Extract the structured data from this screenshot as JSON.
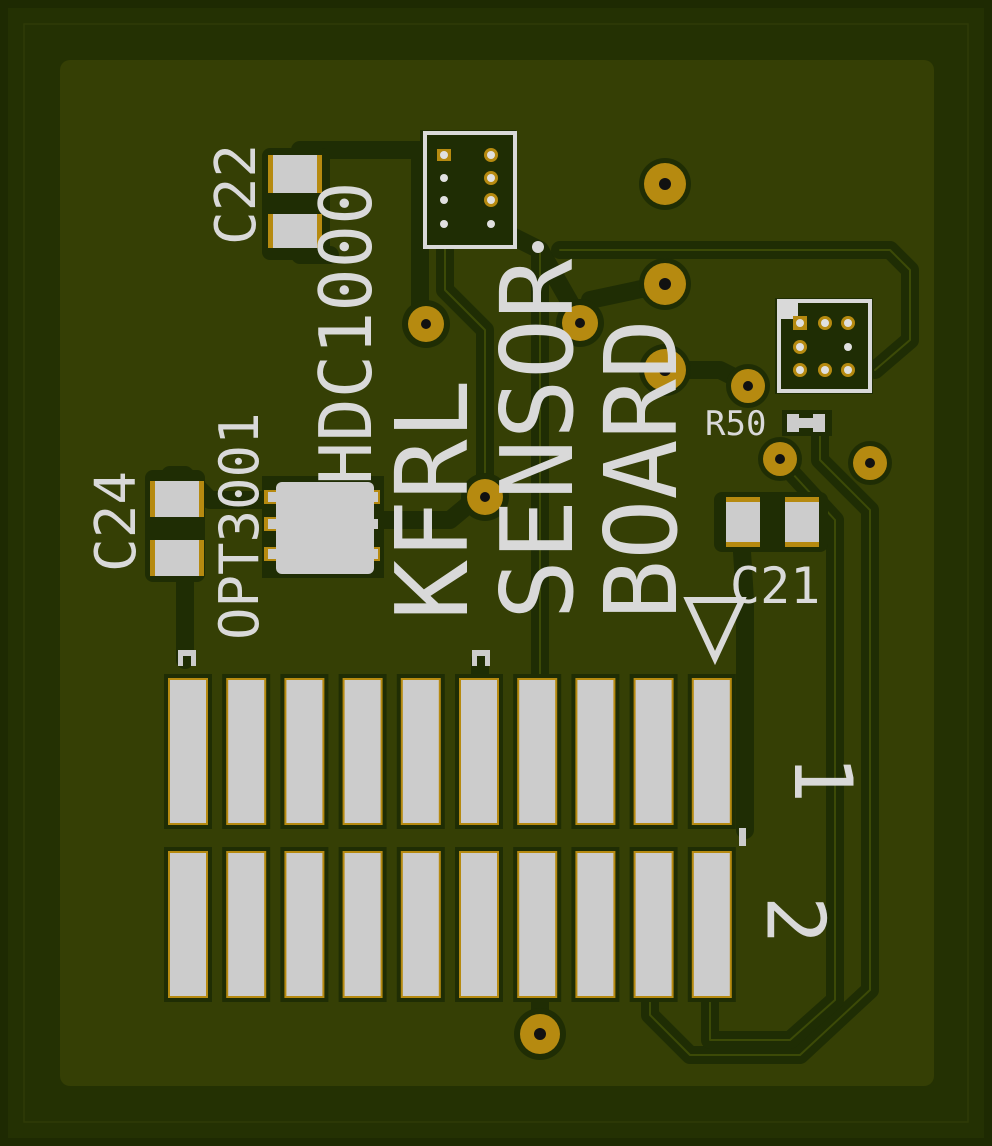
{
  "colors": {
    "edge": "#1e2a02",
    "substrate": "#243103",
    "pour": "#353f05",
    "trace": "#1f2d04",
    "pad": "#cccccc",
    "copper": "#b68a10",
    "silk": "#d9d9d9",
    "drill": "#111111"
  },
  "labels": {
    "c22": "C22",
    "hdc1000": "HDC1000",
    "sensor": "SENSOR",
    "board": "BOARD",
    "kfrl": "KFRL",
    "opt3001": "OPT3001",
    "c24": "C24",
    "r50": "R50",
    "c21": "C21",
    "row1": "1",
    "row2": "2"
  },
  "connector": {
    "columns": 10,
    "rows": 2
  }
}
